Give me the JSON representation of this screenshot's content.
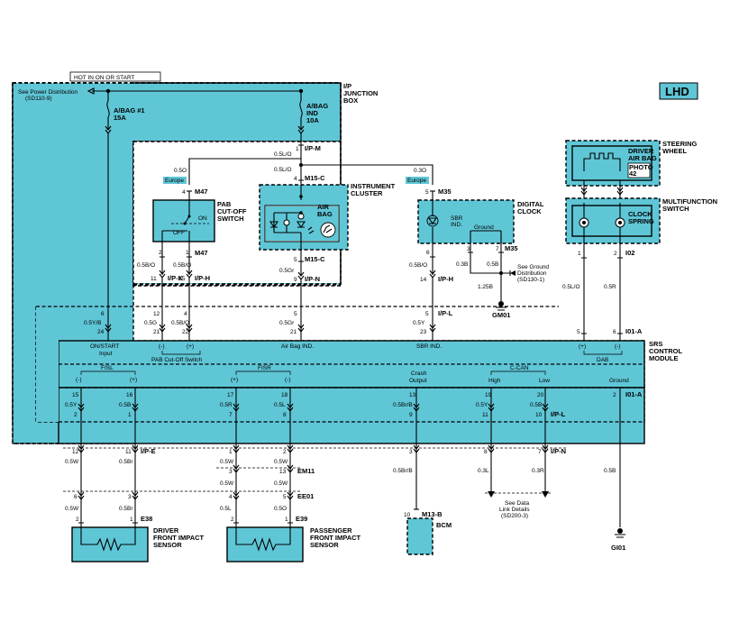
{
  "badge": "LHD",
  "hot_in": "HOT IN ON OR START",
  "see_power": [
    "See Power Distribution",
    "(SD110-9)"
  ],
  "ip_junction": [
    "I/P",
    "JUNCTION",
    "BOX"
  ],
  "fuse1": [
    "A/BAG #1",
    "15A"
  ],
  "fuse2": [
    "A/BAG",
    "IND",
    "10A"
  ],
  "steering_wheel": [
    "STEERING",
    "WHEEL"
  ],
  "driver_airbag": [
    "DRIVER",
    "AIR BAG"
  ],
  "photo": [
    "PHOTO",
    "42"
  ],
  "multifunction": [
    "MULTIFUNCTION",
    "SWITCH"
  ],
  "clock_spring": [
    "CLOCK",
    "SPRING"
  ],
  "pab_switch": [
    "PAB",
    "CUT-OFF",
    "SWITCH"
  ],
  "pab_on": "ON",
  "pab_off": "OFF",
  "europe": "Europe",
  "instrument_cluster": [
    "INSTRUMENT",
    "CLUSTER"
  ],
  "airbag_lamp": [
    "AIR",
    "BAG"
  ],
  "digital_clock": [
    "DIGITAL",
    "CLOCK"
  ],
  "sbr_ind": [
    "SBR",
    "IND."
  ],
  "ground": "Ground",
  "see_ground": [
    "See Ground",
    "Distribution",
    "(SD130-1)"
  ],
  "gm01": "GM01",
  "gi01": "GI01",
  "srs_module": [
    "SRS",
    "CONTROL",
    "MODULE"
  ],
  "srs_labels": {
    "on_start": [
      "ON/START",
      "Input"
    ],
    "pab_cutoff": "PAB Cut-Off Switch",
    "airbag_ind": "Air Bag IND.",
    "sbr_ind": "SBR IND.",
    "dab": "DAB",
    "fisl": "FISL",
    "fisr": "FISR",
    "crash": [
      "Crash",
      "Output"
    ],
    "ccan": "C-CAN",
    "high": "High",
    "low": "Low",
    "ground": "Ground",
    "minus": "(-)",
    "plus": "(+)"
  },
  "bcm": "BCM",
  "see_data": [
    "See Data",
    "Link Details",
    "(SD200-3)"
  ],
  "driver_sensor": [
    "DRIVER",
    "FRONT IMPACT",
    "SENSOR"
  ],
  "passenger_sensor": [
    "PASSENGER",
    "FRONT IMPACT",
    "SENSOR"
  ],
  "connectors": {
    "ipm": "I/P-M",
    "m15c": "M15-C",
    "m47": "M47",
    "m35": "M35",
    "ipk": "I/P-K",
    "iph": "I/P-H",
    "ipn": "I/P-N",
    "ipl": "I/P-L",
    "i02": "I02",
    "i01a": "I01-A",
    "ipe": "I/P-E",
    "em11": "EM11",
    "ee01": "EE01",
    "e38": "E38",
    "e39": "E39",
    "m13b": "M13-B"
  },
  "wires": {
    "w5o": "0.5O",
    "w5lo": "0.5L/O",
    "w3o": "0.3O",
    "w5bo": "0.5B/O",
    "w5gr": "0.5Gr",
    "w3b": "0.3B",
    "w5b": "0.5B",
    "w125b": "1.25B",
    "w5r": "0.5R",
    "w5yb": "0.5Y/B",
    "w5g": "0.5G",
    "w5y": "0.5Y",
    "w5brb": "0.5Br/B",
    "w5l": "0.5L",
    "w5w": "0.5W",
    "w5br": "0.5Br",
    "w3l": "0.3L",
    "w3r": "0.3R"
  },
  "pins": {
    "p1": "1",
    "p2": "2",
    "p3": "3",
    "p4": "4",
    "p5": "5",
    "p6": "6",
    "p7": "7",
    "p8": "8",
    "p9": "9",
    "p10": "10",
    "p11": "11",
    "p12": "12",
    "p13": "13",
    "p14": "14",
    "p15": "15",
    "p16": "16",
    "p17": "17",
    "p18": "18",
    "p19": "19",
    "p20": "20",
    "p21": "21",
    "p22": "22",
    "p23": "23",
    "p24": "24"
  }
}
